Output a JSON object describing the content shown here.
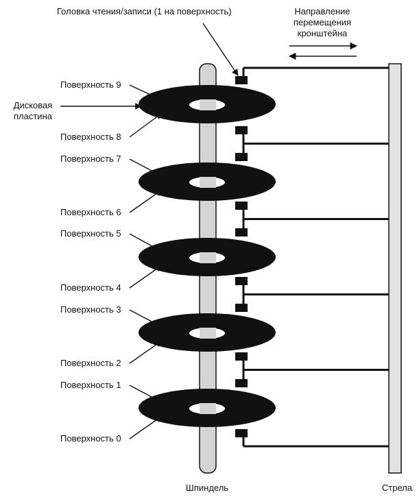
{
  "labels": {
    "head": "Головка чтения/записи (1 на поверхность)",
    "direction_line1": "Направление",
    "direction_line2": "перемещения",
    "direction_line3": "кронштейна",
    "platter_line1": "Дисковая",
    "platter_line2": "пластина",
    "spindle": "Шпиндель",
    "arm": "Стрела"
  },
  "surfaces": [
    "Поверхность 9",
    "Поверхность 8",
    "Поверхность 7",
    "Поверхность 6",
    "Поверхность 5",
    "Поверхность 4",
    "Поверхность 3",
    "Поверхность 2",
    "Поверхность 1",
    "Поверхность 0"
  ],
  "colors": {
    "platter": "#111111",
    "spindle": "#d4d4d4",
    "line": "#111111",
    "background": "#ffffff"
  },
  "platter_count": 5,
  "head_count": 10
}
